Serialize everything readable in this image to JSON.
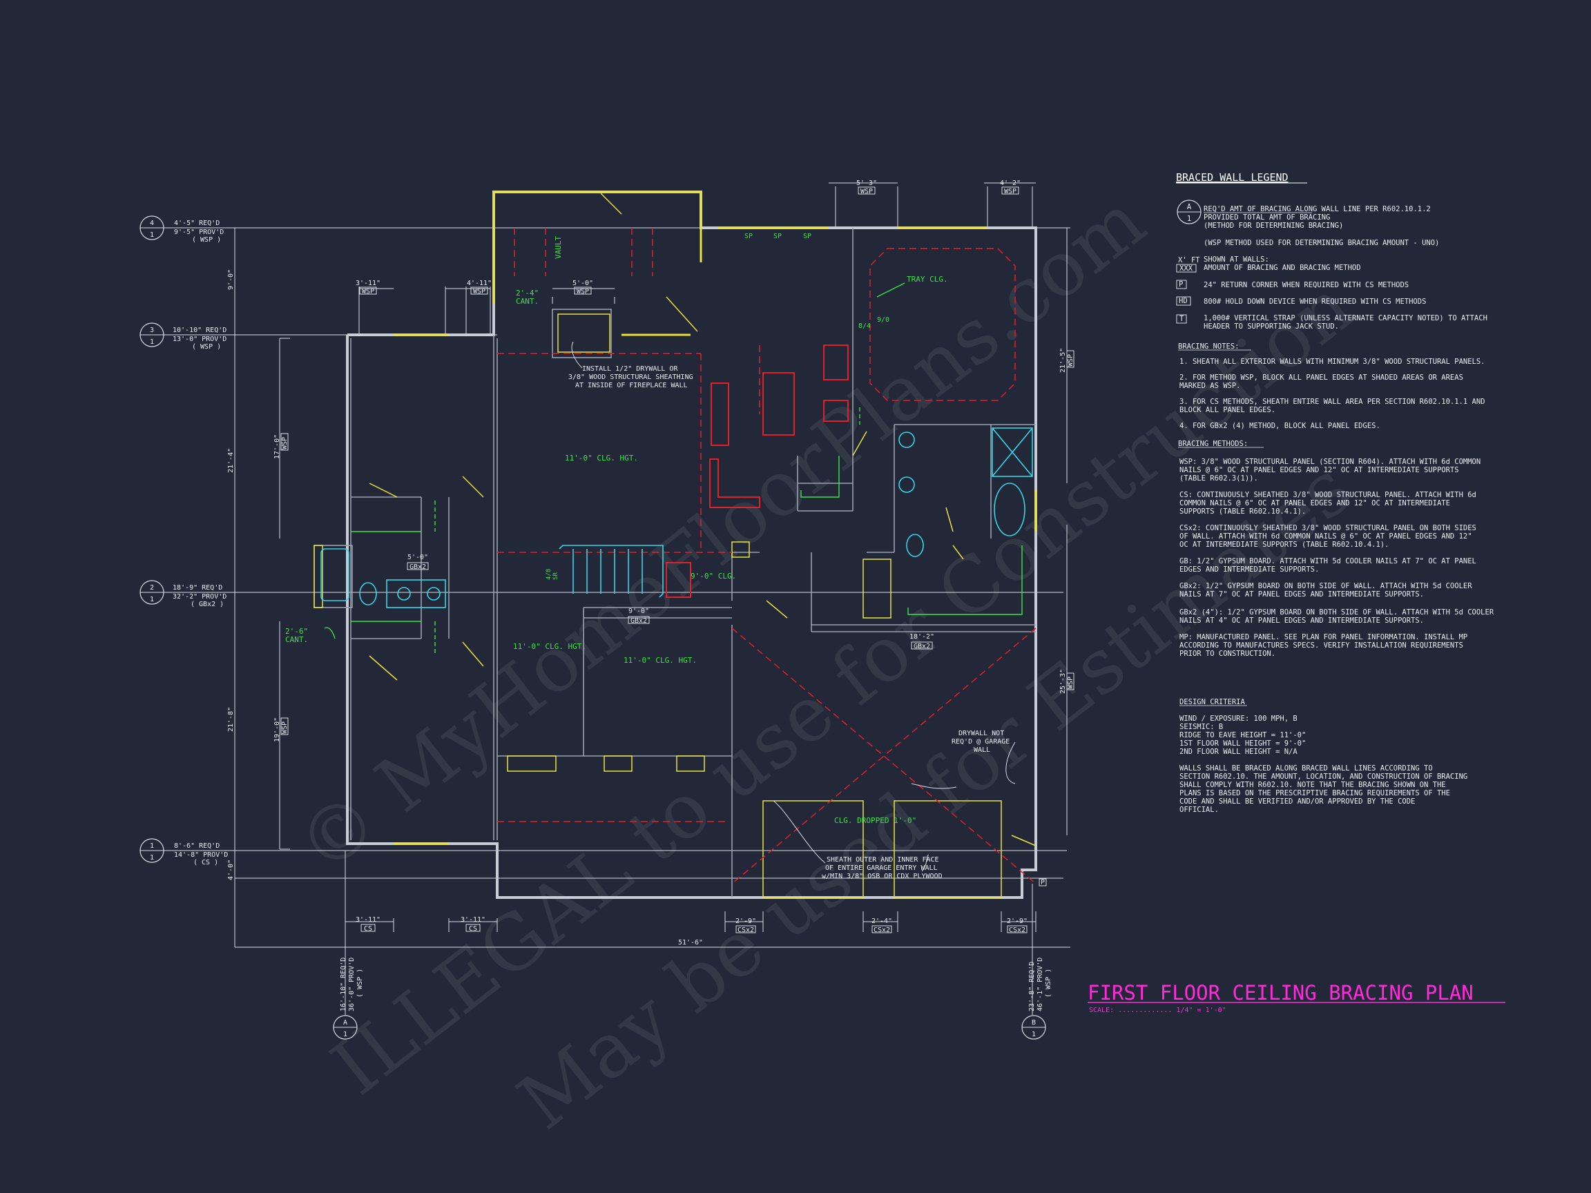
{
  "watermark": {
    "line1": "© MyHomeFloorPlans.com",
    "line2": "ILLEGAL to use for Construction",
    "line3": "May be used for Estimates"
  },
  "plan_title": "FIRST FLOOR CEILING BRACING PLAN",
  "plan_scale": "SCALE: ............. 1/4\" = 1'-0\"",
  "legend": {
    "title": "BRACED WALL LEGEND",
    "symbol_top": "A",
    "symbol_bottom": "1",
    "lines": [
      "REQ'D AMT OF BRACING ALONG WALL LINE PER R602.10.1.2",
      "PROVIDED TOTAL AMT OF BRACING",
      "(METHOD FOR DETERMINING BRACING)",
      "(WSP METHOD USED FOR DETERMINING BRACING AMOUNT - UNO)"
    ],
    "items": [
      {
        "symbol_top": "X' FT",
        "symbol_box": "XXX",
        "text1": "SHOWN AT WALLS:",
        "text2": "AMOUNT OF BRACING AND BRACING METHOD"
      },
      {
        "symbol_box": "P",
        "text1": "24\" RETURN CORNER WHEN REQUIRED WITH CS METHODS"
      },
      {
        "symbol_box": "HD",
        "text1": "800# HOLD DOWN DEVICE WHEN REQUIRED WITH CS METHODS"
      },
      {
        "symbol_box": "T",
        "text1": "1,000# VERTICAL STRAP (UNLESS ALTERNATE CAPACITY NOTED) TO ATTACH",
        "text2": "HEADER TO SUPPORTING JACK STUD."
      }
    ]
  },
  "bracing_notes": {
    "title": "BRACING NOTES:",
    "items": [
      [
        "1. SHEATH ALL EXTERIOR WALLS WITH MINIMUM 3/8\" WOOD STRUCTURAL PANELS."
      ],
      [
        "2. FOR METHOD WSP, BLOCK ALL PANEL EDGES AT SHADED AREAS OR AREAS",
        "MARKED AS WSP."
      ],
      [
        "3. FOR CS METHODS, SHEATH ENTIRE WALL AREA PER SECTION R602.10.1.1 AND",
        "BLOCK ALL PANEL EDGES."
      ],
      [
        "4. FOR GBx2 (4) METHOD, BLOCK ALL PANEL EDGES."
      ]
    ]
  },
  "bracing_methods": {
    "title": "BRACING METHODS:",
    "items": [
      [
        "WSP: 3/8\" WOOD STRUCTURAL PANEL (SECTION R604). ATTACH WITH 6d COMMON",
        "NAILS @ 6\" OC AT PANEL EDGES AND 12\" OC AT INTERMEDIATE SUPPORTS",
        "(TABLE R602.3(1))."
      ],
      [
        "CS: CONTINUOUSLY SHEATHED 3/8\" WOOD STRUCTURAL PANEL. ATTACH WITH 6d",
        "COMMON NAILS @ 6\" OC AT PANEL EDGES AND 12\" OC AT INTERMEDIATE",
        "SUPPORTS (TABLE R602.10.4.1)."
      ],
      [
        "CSx2: CONTINUOUSLY SHEATHED 3/8\" WOOD STRUCTURAL PANEL ON BOTH SIDES",
        "OF WALL. ATTACH WITH 6d COMMON NAILS @ 6\" OC AT PANEL EDGES AND 12\"",
        "OC AT INTERMEDIATE SUPPORTS (TABLE R602.10.4.1)."
      ],
      [
        "GB: 1/2\" GYPSUM BOARD. ATTACH WITH 5d COOLER NAILS AT 7\" OC AT PANEL",
        "EDGES AND INTERMEDIATE SUPPORTS."
      ],
      [
        "GBx2: 1/2\" GYPSUM BOARD ON BOTH SIDE OF WALL. ATTACH WITH 5d COOLER",
        "NAILS AT 7\" OC AT PANEL EDGES AND INTERMEDIATE SUPPORTS."
      ],
      [
        "GBx2 (4\"): 1/2\" GYPSUM BOARD ON BOTH SIDE OF WALL. ATTACH WITH 5d COOLER",
        "NAILS AT 4\" OC AT PANEL EDGES AND INTERMEDIATE SUPPORTS."
      ],
      [
        "MP: MANUFACTURED PANEL. SEE PLAN FOR PANEL INFORMATION. INSTALL MP",
        "ACCORDING TO MANUFACTURES SPECS. VERIFY INSTALLATION REQUIREMENTS",
        "PRIOR TO CONSTRUCTION."
      ]
    ]
  },
  "design_criteria": {
    "title": "DESIGN CRITERIA",
    "lines": [
      "WIND / EXPOSURE: 100 MPH, B",
      "SEISMIC: B",
      "RIDGE TO EAVE HEIGHT = 11'-0\"",
      "1ST FLOOR WALL HEIGHT = 9'-0\"",
      "2ND FLOOR WALL HEIGHT = N/A"
    ],
    "paragraph": [
      "WALLS SHALL BE BRACED ALONG BRACED WALL LINES ACCORDING TO",
      "SECTION R602.10. THE AMOUNT, LOCATION, AND CONSTRUCTION OF BRACING",
      "SHALL COMPLY WITH R602.10. NOTE THAT THE BRACING SHOWN ON THE",
      "PLANS IS BASED ON THE PRESCRIPTIVE BRACING REQUIREMENTS OF THE",
      "CODE AND SHALL BE VERIFIED AND/OR APPROVED BY THE CODE",
      "OFFICIAL."
    ]
  },
  "wall_lines_left": [
    {
      "num": "4",
      "sub": "1",
      "req": "4'-5\" REQ'D",
      "prov": "9'-5\" PROV'D",
      "method": "( WSP )"
    },
    {
      "num": "3",
      "sub": "1",
      "req": "10'-10\" REQ'D",
      "prov": "13'-0\" PROV'D",
      "method": "( WSP )"
    },
    {
      "num": "2",
      "sub": "1",
      "req": "18'-9\" REQ'D",
      "prov": "32'-2\" PROV'D",
      "method": "( GBx2 )"
    },
    {
      "num": "1",
      "sub": "1",
      "req": "8'-6\" REQ'D",
      "prov": "14'-8\" PROV'D",
      "method": "( CS )"
    }
  ],
  "wall_lines_bottom": [
    {
      "letter": "A",
      "sub": "1",
      "req": "16'-10\" REQ'D",
      "prov": "36'-0\" PROV'D",
      "method": "( WSP )"
    },
    {
      "letter": "B",
      "sub": "1",
      "req": "23'-8\" REQ'D",
      "prov": "46'-1\" PROV'D",
      "method": "( WSP )"
    }
  ],
  "vertical_dims_left": [
    "9'-0\"",
    "21'-4\"",
    "21'-8\"",
    "4'-0\""
  ],
  "overall_dim": "51'-6\"",
  "bracing_tags_top": [
    {
      "len": "3'-11\"",
      "method": "WSP"
    },
    {
      "len": "4'-11\"",
      "method": "WSP"
    },
    {
      "len": "5'-0\"",
      "method": "WSP"
    },
    {
      "len": "5'-3\"",
      "method": "WSP"
    },
    {
      "len": "4'-2\"",
      "method": "WSP"
    }
  ],
  "bracing_tags_left": [
    {
      "len": "17'-0\"",
      "method": "WSP"
    },
    {
      "len": "19'-0\"",
      "method": "WSP"
    }
  ],
  "bracing_tags_right": [
    {
      "len": "21'-5\"",
      "method": "WSP"
    },
    {
      "len": "25'-3\"",
      "method": "WSP"
    }
  ],
  "bracing_tags_bottom": [
    {
      "len": "3'-11\"",
      "method": "CS"
    },
    {
      "len": "3'-11\"",
      "method": "CS"
    },
    {
      "len": "2'-9\"",
      "method": "CSx2"
    },
    {
      "len": "2'-4\"",
      "method": "CSx2"
    },
    {
      "len": "2'-9\"",
      "method": "CSx2"
    }
  ],
  "bracing_tags_interior": [
    {
      "len": "5'-0\"",
      "method": "GBx2"
    },
    {
      "len": "9'-0\"",
      "method": "GBx2"
    },
    {
      "len": "18'-2\"",
      "method": "GBx2"
    }
  ],
  "plan_labels": {
    "ceiling_main": "11'-0\" CLG. HGT.",
    "ceiling_left": "11'-0\" CLG. HGT.",
    "ceiling_right": "11'-0\" CLG. HGT.",
    "ceiling_9": "9'-0\" CLG.",
    "tray": "TRAY CLG.",
    "vault": "VAULT",
    "cant_top": "2'-4\"",
    "cant_top2": "CANT.",
    "cant_left": "2'-6\"",
    "cant_left2": "CANT.",
    "sp1": "SP",
    "sp2": "SP",
    "sp3": "SP",
    "tray_a": "8/4",
    "tray_b": "9/0",
    "clg_dropped": "CLG. DROPPED 1'-0\"",
    "stair_tag": "4/8",
    "stair_tag2": "SR"
  },
  "callouts": {
    "fireplace": [
      "INSTALL 1/2\" DRYWALL OR",
      "3/8\" WOOD STRUCTURAL SHEATHING",
      "AT INSIDE OF FIREPLACE WALL"
    ],
    "drywall": [
      "DRYWALL NOT",
      "REQ'D @ GARAGE",
      "WALL"
    ],
    "garage": [
      "SHEATH OUTER AND INNER FACE",
      "OF ENTIRE GARAGE ENTRY WALL",
      "w/MIN 3/8\" OSB OR CDX PLYWOOD"
    ]
  },
  "corner_tag": "P"
}
